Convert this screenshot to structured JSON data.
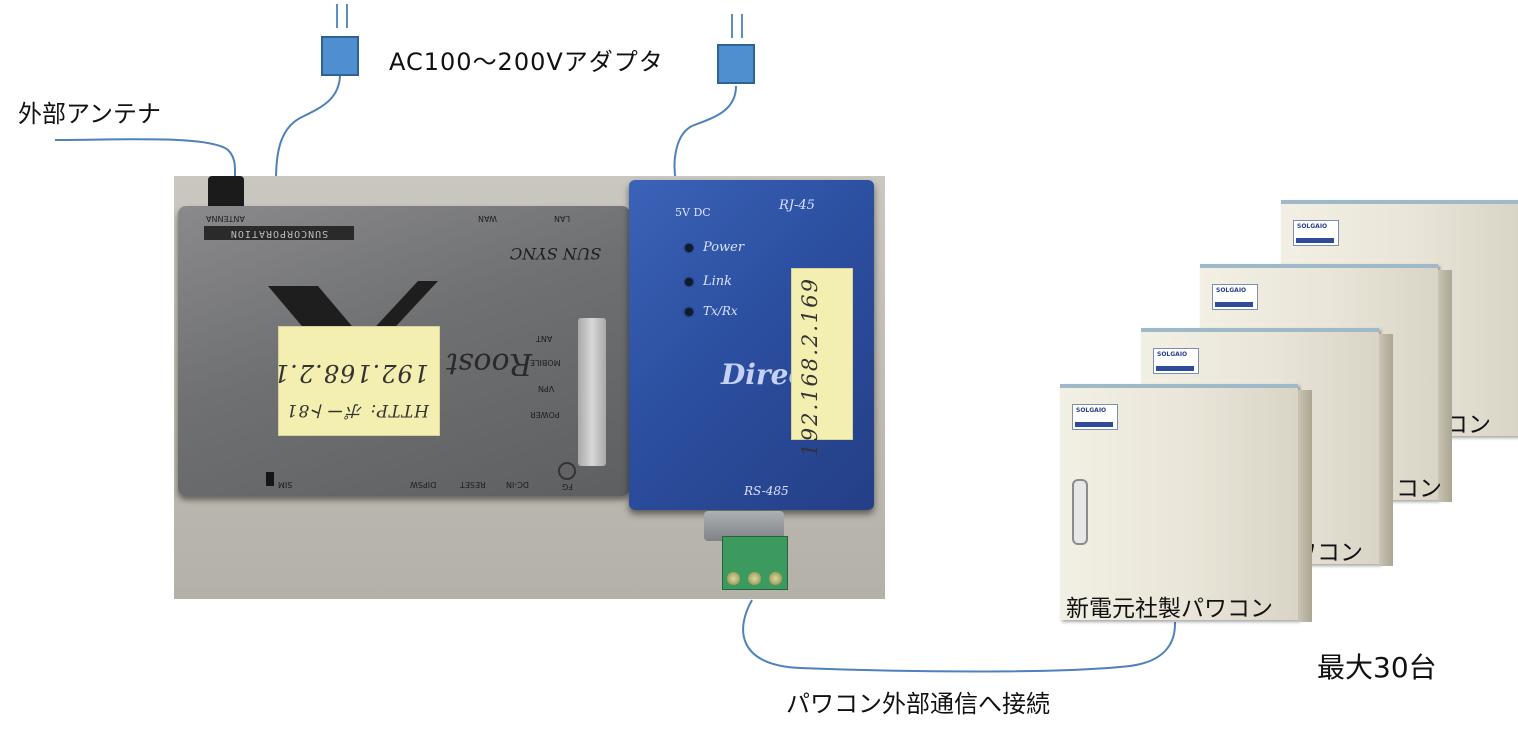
{
  "labels": {
    "antenna": "外部アンテナ",
    "adapter": "AC100～200Vアダプタ",
    "connection": "パワコン外部通信へ接続",
    "max_units": "最大30台"
  },
  "router": {
    "top_labels": [
      "ANTENNA",
      "WAN",
      "LAN"
    ],
    "brand_strip": "SUNCORPORATION",
    "logo_text": "SUN SYNC",
    "model_text": "Roost",
    "led_labels": [
      "ANT",
      "MOBILE",
      "VPN",
      "POWER"
    ],
    "bottom_labels": [
      "SIM",
      "DIPSW",
      "RESET",
      "DC-IN",
      "FG"
    ],
    "sticker_lines": [
      "HTTP: ポート81",
      "192.168.2.1"
    ]
  },
  "converter": {
    "power_label": "5V DC",
    "port_label": "RJ-45",
    "led_labels": [
      "Power",
      "Link",
      "Tx/Rx"
    ],
    "brand_text": "Direc",
    "bottom_label": "RS-485",
    "sticker_ip": "192.168.2.169"
  },
  "inverters": {
    "main_label": "新電元社製パワコン",
    "stack_labels": [
      "パワコン",
      "パワコン",
      "パワコン"
    ],
    "logo_text": "SOLGAIO"
  }
}
